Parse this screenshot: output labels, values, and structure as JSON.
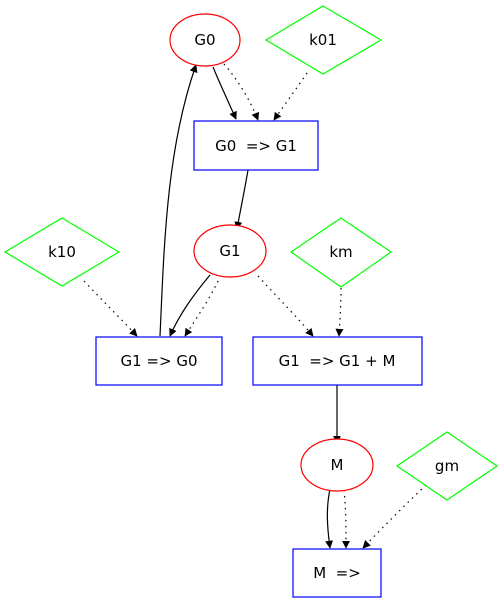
{
  "colors": {
    "species_outline": "#ff0000",
    "parameter_outline": "#00ff00",
    "reaction_outline": "#0000ff",
    "edge": "#000000",
    "background": "#ffffff"
  },
  "species": {
    "g0": "G0",
    "g1": "G1",
    "m": "M"
  },
  "parameters": {
    "k01": "k01",
    "k10": "k10",
    "km": "km",
    "gm": "gm"
  },
  "reactions": {
    "r1": "G0  => G1",
    "r2": "G1 => G0",
    "r3": "G1  => G1 + M",
    "r4": "M  =>"
  }
}
